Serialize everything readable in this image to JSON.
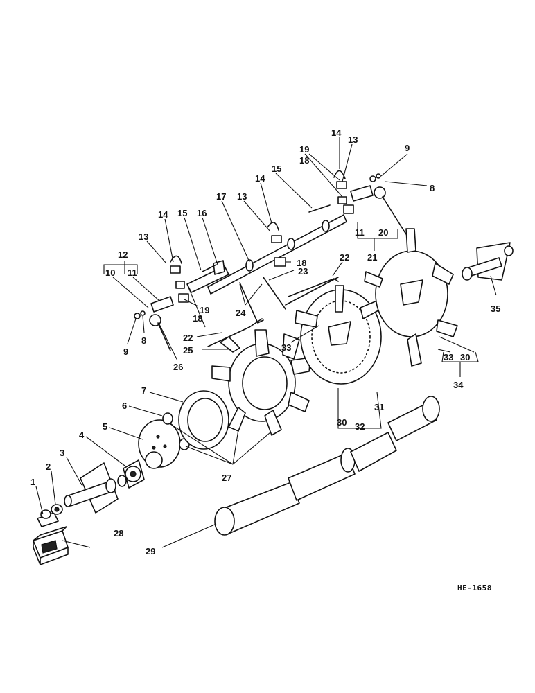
{
  "figure_code": "HE-1658",
  "callouts": [
    {
      "id": "c1",
      "text": "1"
    },
    {
      "id": "c2",
      "text": "2"
    },
    {
      "id": "c3",
      "text": "3"
    },
    {
      "id": "c4",
      "text": "4"
    },
    {
      "id": "c5",
      "text": "5"
    },
    {
      "id": "c6",
      "text": "6"
    },
    {
      "id": "c7",
      "text": "7"
    },
    {
      "id": "c8a",
      "text": "8"
    },
    {
      "id": "c8b",
      "text": "8"
    },
    {
      "id": "c9a",
      "text": "9"
    },
    {
      "id": "c9b",
      "text": "9"
    },
    {
      "id": "c10",
      "text": "10"
    },
    {
      "id": "c11a",
      "text": "11"
    },
    {
      "id": "c11b",
      "text": "11"
    },
    {
      "id": "c12",
      "text": "12"
    },
    {
      "id": "c13a",
      "text": "13"
    },
    {
      "id": "c13b",
      "text": "13"
    },
    {
      "id": "c13c",
      "text": "13"
    },
    {
      "id": "c14a",
      "text": "14"
    },
    {
      "id": "c14b",
      "text": "14"
    },
    {
      "id": "c14c",
      "text": "14"
    },
    {
      "id": "c15a",
      "text": "15"
    },
    {
      "id": "c15b",
      "text": "15"
    },
    {
      "id": "c16",
      "text": "16"
    },
    {
      "id": "c17",
      "text": "17"
    },
    {
      "id": "c18a",
      "text": "18"
    },
    {
      "id": "c18b",
      "text": "18"
    },
    {
      "id": "c18c",
      "text": "18"
    },
    {
      "id": "c19a",
      "text": "19"
    },
    {
      "id": "c19b",
      "text": "19"
    },
    {
      "id": "c20",
      "text": "20"
    },
    {
      "id": "c21",
      "text": "21"
    },
    {
      "id": "c22a",
      "text": "22"
    },
    {
      "id": "c22b",
      "text": "22"
    },
    {
      "id": "c23",
      "text": "23"
    },
    {
      "id": "c24",
      "text": "24"
    },
    {
      "id": "c25",
      "text": "25"
    },
    {
      "id": "c26",
      "text": "26"
    },
    {
      "id": "c27",
      "text": "27"
    },
    {
      "id": "c28",
      "text": "28"
    },
    {
      "id": "c29",
      "text": "29"
    },
    {
      "id": "c30a",
      "text": "30"
    },
    {
      "id": "c30b",
      "text": "30"
    },
    {
      "id": "c31",
      "text": "31"
    },
    {
      "id": "c32",
      "text": "32"
    },
    {
      "id": "c33a",
      "text": "33"
    },
    {
      "id": "c33b",
      "text": "33"
    },
    {
      "id": "c34",
      "text": "34"
    },
    {
      "id": "c35",
      "text": "35"
    }
  ]
}
